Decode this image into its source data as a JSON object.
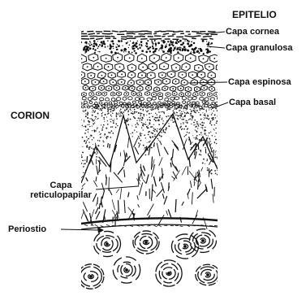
{
  "labels": {
    "epitelio": "EPITELIO",
    "capa_cornea": "Capa cornea",
    "capa_granulosa": "Capa granulosa",
    "capa_espinosa": "Capa espinosa",
    "capa_basal": "Capa basal",
    "corion": "CORION",
    "capa_reticulopapilar_line1": "Capa",
    "capa_reticulopapilar_line2": "reticulopapilar",
    "periostio": "Periostio"
  },
  "colors": {
    "ink": "#111111",
    "background": "#ffffff"
  }
}
